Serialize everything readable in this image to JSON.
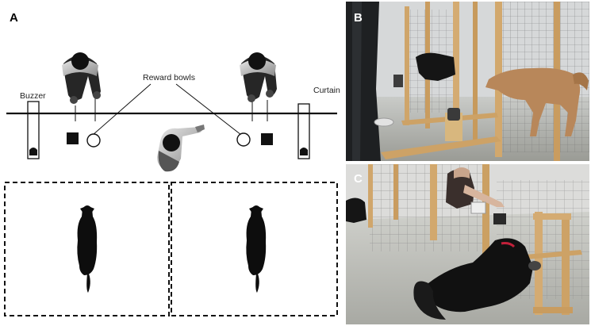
{
  "panels": {
    "a": {
      "label": "A"
    },
    "b": {
      "label": "B"
    },
    "c": {
      "label": "C"
    }
  },
  "annotations": {
    "buzzer": "Buzzer",
    "reward_bowls": "Reward bowls",
    "curtain": "Curtain"
  },
  "colors": {
    "background": "#ffffff",
    "ink": "#111111",
    "photo_floor": "#b9b9b3",
    "photo_wall": "#d9dbdc",
    "wood": "#cfa56a",
    "dog_tan": "#b8875a"
  }
}
